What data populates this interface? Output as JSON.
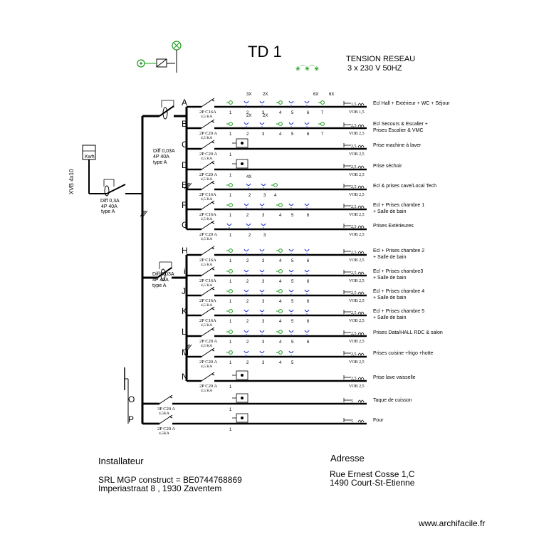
{
  "title": "TD 1",
  "tension": {
    "label": "TENSION RESEAU",
    "value": "3 x 230 V 50HZ"
  },
  "colors": {
    "line": "#000000",
    "green": "#1a9a1a",
    "blue": "#2a3fd0"
  },
  "meter": {
    "label": "Kwh",
    "cable": "XVB 4x10"
  },
  "main_diff": [
    "Diff 0,3A",
    "4P 40A",
    "type A"
  ],
  "diffs": [
    [
      "Diff 0,03A",
      "4P  40A",
      "type A"
    ],
    [
      "Diff 0,03A",
      "4P 40A",
      "type A"
    ]
  ],
  "circuits": [
    {
      "letter": "A",
      "breaker": "2P C16A",
      "icc": "4,5 KA",
      "nums": [
        "1",
        "2",
        "3",
        "4",
        "5",
        "6",
        "7"
      ],
      "cable": "VOB 1,5",
      "cable_size": "1,5",
      "desc": [
        "Ecl Hall + Extérieur + WC + Séjour"
      ],
      "marks": [
        "3X",
        "2X",
        "6X",
        "6X"
      ]
    },
    {
      "letter": "B",
      "breaker": "2P C20 A",
      "icc": "4,5 KA",
      "nums": [
        "1",
        "2",
        "3",
        "4",
        "5",
        "6",
        "7"
      ],
      "cable": "VOB 2,5",
      "cable_size": "2,5",
      "desc": [
        "Ecl Secours & Escalier +",
        "Prises Escalier & VMC"
      ],
      "marks": [
        "2X",
        "2X"
      ]
    },
    {
      "letter": "C",
      "breaker": "2P  C20 A",
      "icc": "4,5 KA",
      "nums": [
        "1"
      ],
      "cable": "VOB 2,5",
      "cable_size": "2,5",
      "desc": [
        "Prise machine à laver"
      ],
      "marks": []
    },
    {
      "letter": "D",
      "breaker": "2P  C20 A",
      "icc": "4,5 KA",
      "nums": [
        "1"
      ],
      "cable": "VOB 2,5",
      "cable_size": "2,5",
      "desc": [
        "Prise  séchoir"
      ],
      "marks": []
    },
    {
      "letter": "E",
      "breaker": "2P C16A",
      "icc": "4,5 KA",
      "nums": [
        "1",
        "2",
        "3",
        "4"
      ],
      "cable": "VOB 2,5",
      "cable_size": "2,5",
      "desc": [
        "Ecl & prises cave/Local Tech"
      ],
      "marks": [
        "4X"
      ]
    },
    {
      "letter": "F",
      "breaker": "2P C16A",
      "icc": "4,5 KA",
      "nums": [
        "1",
        "2",
        "3",
        "4",
        "5",
        "6"
      ],
      "cable": "VOB 2,5",
      "cable_size": "2,5",
      "desc": [
        "Ecl + Prises  chambre 1",
        "+ Salle de bain"
      ],
      "marks": []
    },
    {
      "letter": "G",
      "breaker": "2P  C20 A",
      "icc": "4,5 KA",
      "nums": [
        "1",
        "2",
        "3"
      ],
      "cable": "VOB 2,5",
      "cable_size": "2,5",
      "desc": [
        "Prises  Extérieures"
      ],
      "marks": []
    },
    {
      "letter": "H",
      "breaker": "2P C16A",
      "icc": "4,5 KA",
      "nums": [
        "1",
        "2",
        "3",
        "4",
        "5",
        "6"
      ],
      "cable": "VOB 2,5",
      "cable_size": "2,5",
      "desc": [
        "Ecl + Prises  chambre 2",
        "+ Salle de bain"
      ],
      "marks": []
    },
    {
      "letter": "i",
      "breaker": "2P C16A",
      "icc": "4,5 KA",
      "nums": [
        "1",
        "2",
        "3",
        "4",
        "5",
        "6"
      ],
      "cable": "VOB 2,5",
      "cable_size": "2,5",
      "desc": [
        "Ecl + Prises  chambre3",
        "+ Salle de bain"
      ],
      "marks": []
    },
    {
      "letter": "J",
      "breaker": "2P C16A",
      "icc": "4,5 KA",
      "nums": [
        "1",
        "2",
        "3",
        "4",
        "5",
        "6"
      ],
      "cable": "VOB 2,5",
      "cable_size": "2,5",
      "desc": [
        "Ecl + Prises  chambre 4",
        "+ Salle de bain"
      ],
      "marks": []
    },
    {
      "letter": "K",
      "breaker": "2P C16A",
      "icc": "4,5 KA",
      "nums": [
        "1",
        "2",
        "3",
        "4",
        "5",
        "6"
      ],
      "cable": "VOB 2,5",
      "cable_size": "2,5",
      "desc": [
        "Ecl + Prises  chambre 5",
        "+ Salle de bain"
      ],
      "marks": []
    },
    {
      "letter": "L",
      "breaker": "2P  C20 A",
      "icc": "4,5 KA",
      "nums": [
        "1",
        "2",
        "3",
        "4",
        "5",
        "6"
      ],
      "cable": "VOB 2,5",
      "cable_size": "2,5",
      "desc": [
        "Prises Data/HALL RDC & salon"
      ],
      "marks": []
    },
    {
      "letter": "M",
      "breaker": "2P  C20 A",
      "icc": "4,5 KA",
      "nums": [
        "1",
        "2",
        "3",
        "4",
        "5"
      ],
      "cable": "VOB 2,5",
      "cable_size": "2,5",
      "desc": [
        "Prises cuisine +frigo +hotte"
      ],
      "marks": []
    },
    {
      "letter": "N",
      "breaker": "2P  C20 A",
      "icc": "4,5 KA",
      "nums": [
        "1"
      ],
      "cable": "VOB 2,5",
      "cable_size": "2,5",
      "desc": [
        "Prise  lave vaisselle"
      ],
      "marks": []
    },
    {
      "letter": "O",
      "breaker": "3P  C20 A",
      "icc": "4,5KA",
      "nums": [
        "1"
      ],
      "cable": "",
      "cable_size": "5",
      "desc": [
        "Taque de cuisson"
      ],
      "marks": []
    },
    {
      "letter": "P",
      "breaker": "2P  C20 A",
      "icc": "4,5KA",
      "nums": [
        "1"
      ],
      "cable": "",
      "cable_size": "5",
      "desc": [
        "Four"
      ],
      "marks": []
    }
  ],
  "installer": {
    "heading": "Installateur",
    "line1": "SRL MGP construct = BE0744768869",
    "line2": "Imperiastraat 8 , 1930 Zaventem"
  },
  "address": {
    "heading": "Adresse",
    "line1": "Rue Ernest Cosse 1,C",
    "line2": "1490 Court-St-Etienne"
  },
  "brand": "www.archifacile.fr"
}
